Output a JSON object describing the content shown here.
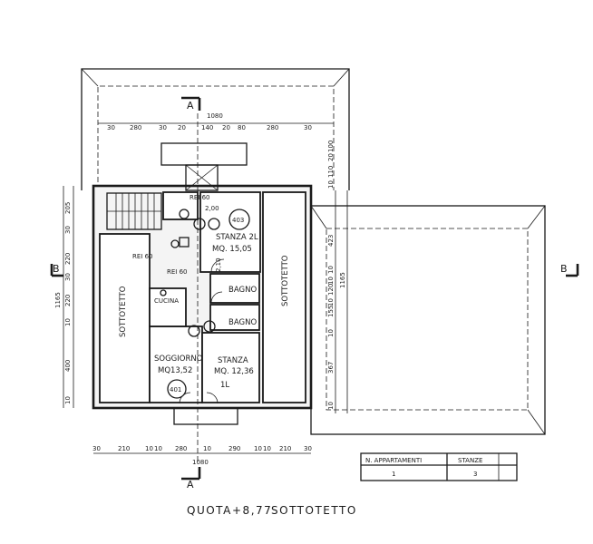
{
  "plan": {
    "quota_label": "QUOTA",
    "quota_value": "+8,77",
    "floor_name": "SOTTOTETTO"
  },
  "sections": {
    "a": "A",
    "b": "B"
  },
  "rooms": {
    "soggiorno": {
      "name": "SOGGIORNO",
      "area": "MQ13,52",
      "number": "401"
    },
    "stanza_1": {
      "name": "STANZA",
      "area": "MQ. 12,36",
      "tag": "1L"
    },
    "stanza_2": {
      "name": "STANZA 2L",
      "area": "MQ. 15,05",
      "number": "403"
    },
    "bagno_1": "BAGNO",
    "bagno_2": "BAGNO",
    "cucina": "CUCINA",
    "sottotetto_left": "SOTTOTETTO",
    "sottotetto_right": "SOTTOTETTO"
  },
  "misc": {
    "rei60_a": "REI 60",
    "rei60_b": "REI 60",
    "rei60_c": "REI 60",
    "h200": "2,00",
    "h210": "2,10"
  },
  "dimensions": {
    "top_total": "1080",
    "top_segments": [
      "30",
      "280",
      "30",
      "20",
      "140",
      "20",
      "80",
      "280",
      "30"
    ],
    "bottom_total": "1080",
    "bottom_segments": [
      "30",
      "210",
      "10",
      "10",
      "280",
      "10",
      "290",
      "10",
      "10",
      "210",
      "30"
    ],
    "left_total": "1165",
    "left_segments": [
      "205",
      "30",
      "220",
      "30",
      "220",
      "10",
      "400",
      "10"
    ],
    "right_total": "1165",
    "right_segments": [
      "110",
      "20",
      "100",
      "10",
      "423",
      "10",
      "10",
      "120",
      "10",
      "155",
      "10",
      "367",
      "10"
    ]
  },
  "table": {
    "headers": [
      "N. APPARTAMENTI",
      "STANZE"
    ],
    "rows": [
      [
        "1",
        "3"
      ]
    ]
  }
}
